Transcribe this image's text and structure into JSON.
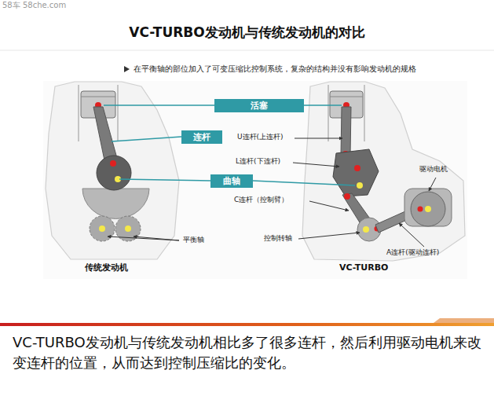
{
  "diagram": {
    "title": "VC-TURBO发动机与传统发动机的对比",
    "caption": "VC-TURBO发动机与传统发动机相比多了很多连杆，然后利用驱动电机来改变连杆的位置，从而达到控制压缩比的变化。",
    "nodes": [
      {
        "text": [
          "活塞"
        ]
      },
      {
        "text": [
          "连杆"
        ]
      },
      {
        "text": [
          "曲轴"
        ]
      }
    ],
    "labels": [
      "58车 58che.com",
      "在平衡轴的部位加入了可变压缩比控制系统，复杂的结构并没有影响发动机的规格",
      "U连杆(上连杆)",
      "L连杆(下连杆)",
      "驱动电机",
      "C连杆（控制臂）",
      "平衡轴",
      "控制转轴",
      "A连杆(驱动连杆)",
      "传统发动机",
      "VC-TURBO"
    ]
  }
}
